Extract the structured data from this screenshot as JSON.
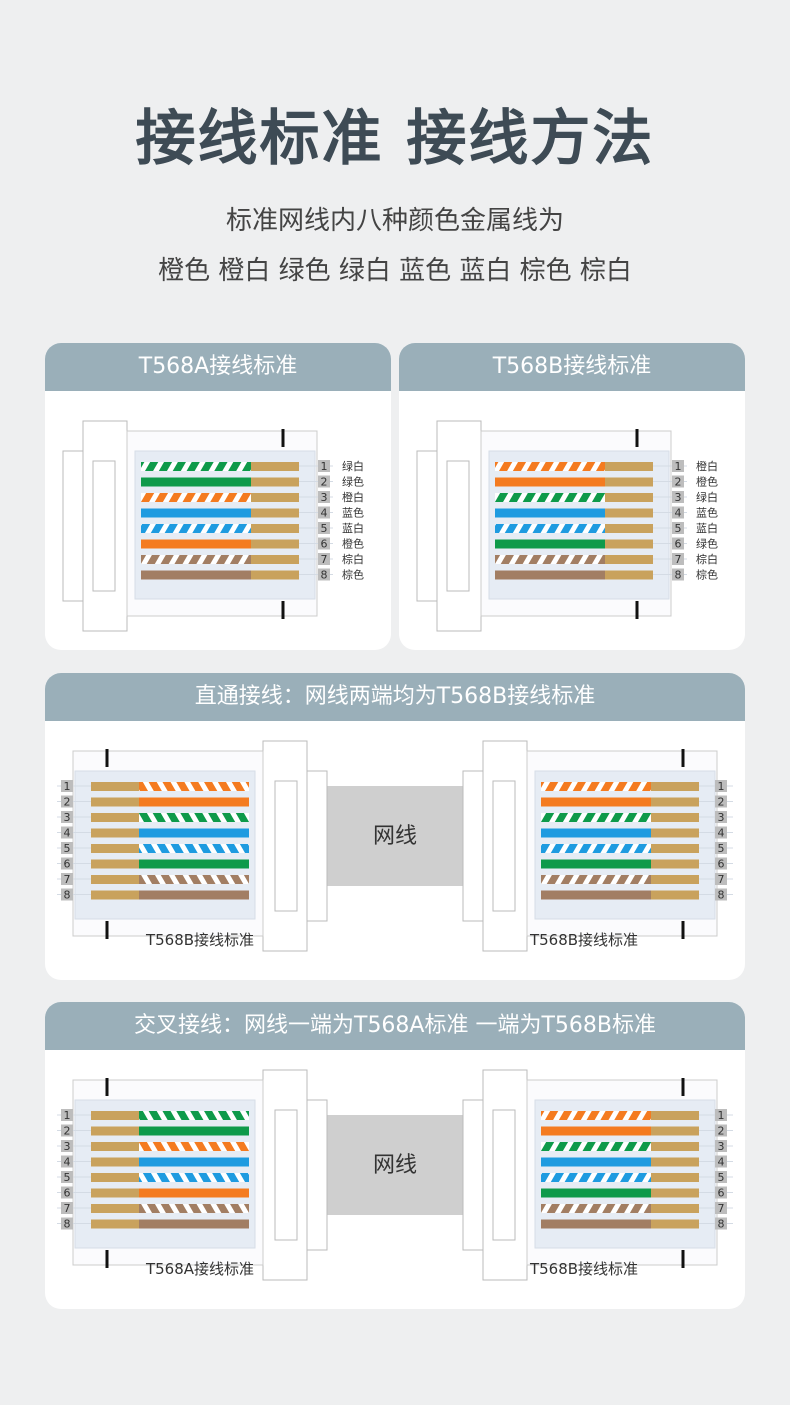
{
  "header": {
    "title": "接线标准 接线方法",
    "subtitle_line1": "标准网线内八种颜色金属线为",
    "subtitle_line2": "橙色 橙白 绿色 绿白 蓝色 蓝白 棕色 棕白"
  },
  "colors": {
    "header_bg": "#9aafb9",
    "orange": "#f47b20",
    "green": "#0e9a4a",
    "blue": "#1e9be0",
    "brown": "#a27e63",
    "gold": "#c9a25d"
  },
  "standard_a": {
    "heading": "T568A接线标准",
    "pins": [
      {
        "num": "1",
        "name": "绿白",
        "color": "green",
        "striped": true
      },
      {
        "num": "2",
        "name": "绿色",
        "color": "green",
        "striped": false
      },
      {
        "num": "3",
        "name": "橙白",
        "color": "orange",
        "striped": true
      },
      {
        "num": "4",
        "name": "蓝色",
        "color": "blue",
        "striped": false
      },
      {
        "num": "5",
        "name": "蓝白",
        "color": "blue",
        "striped": true
      },
      {
        "num": "6",
        "name": "橙色",
        "color": "orange",
        "striped": false
      },
      {
        "num": "7",
        "name": "棕白",
        "color": "brown",
        "striped": true
      },
      {
        "num": "8",
        "name": "棕色",
        "color": "brown",
        "striped": false
      }
    ]
  },
  "standard_b": {
    "heading": "T568B接线标准",
    "pins": [
      {
        "num": "1",
        "name": "橙白",
        "color": "orange",
        "striped": true
      },
      {
        "num": "2",
        "name": "橙色",
        "color": "orange",
        "striped": false
      },
      {
        "num": "3",
        "name": "绿白",
        "color": "green",
        "striped": true
      },
      {
        "num": "4",
        "name": "蓝色",
        "color": "blue",
        "striped": false
      },
      {
        "num": "5",
        "name": "蓝白",
        "color": "blue",
        "striped": true
      },
      {
        "num": "6",
        "name": "绿色",
        "color": "green",
        "striped": false
      },
      {
        "num": "7",
        "name": "棕白",
        "color": "brown",
        "striped": true
      },
      {
        "num": "8",
        "name": "棕色",
        "color": "brown",
        "striped": false
      }
    ]
  },
  "straight": {
    "heading": "直通接线：网线两端均为T568B接线标准",
    "cable_label": "网线",
    "left_label": "T568B接线标准",
    "right_label": "T568B接线标准"
  },
  "crossover": {
    "heading": "交叉接线：网线一端为T568A标准 一端为T568B标准",
    "cable_label": "网线",
    "left_label": "T568A接线标准",
    "right_label": "T568B接线标准"
  }
}
